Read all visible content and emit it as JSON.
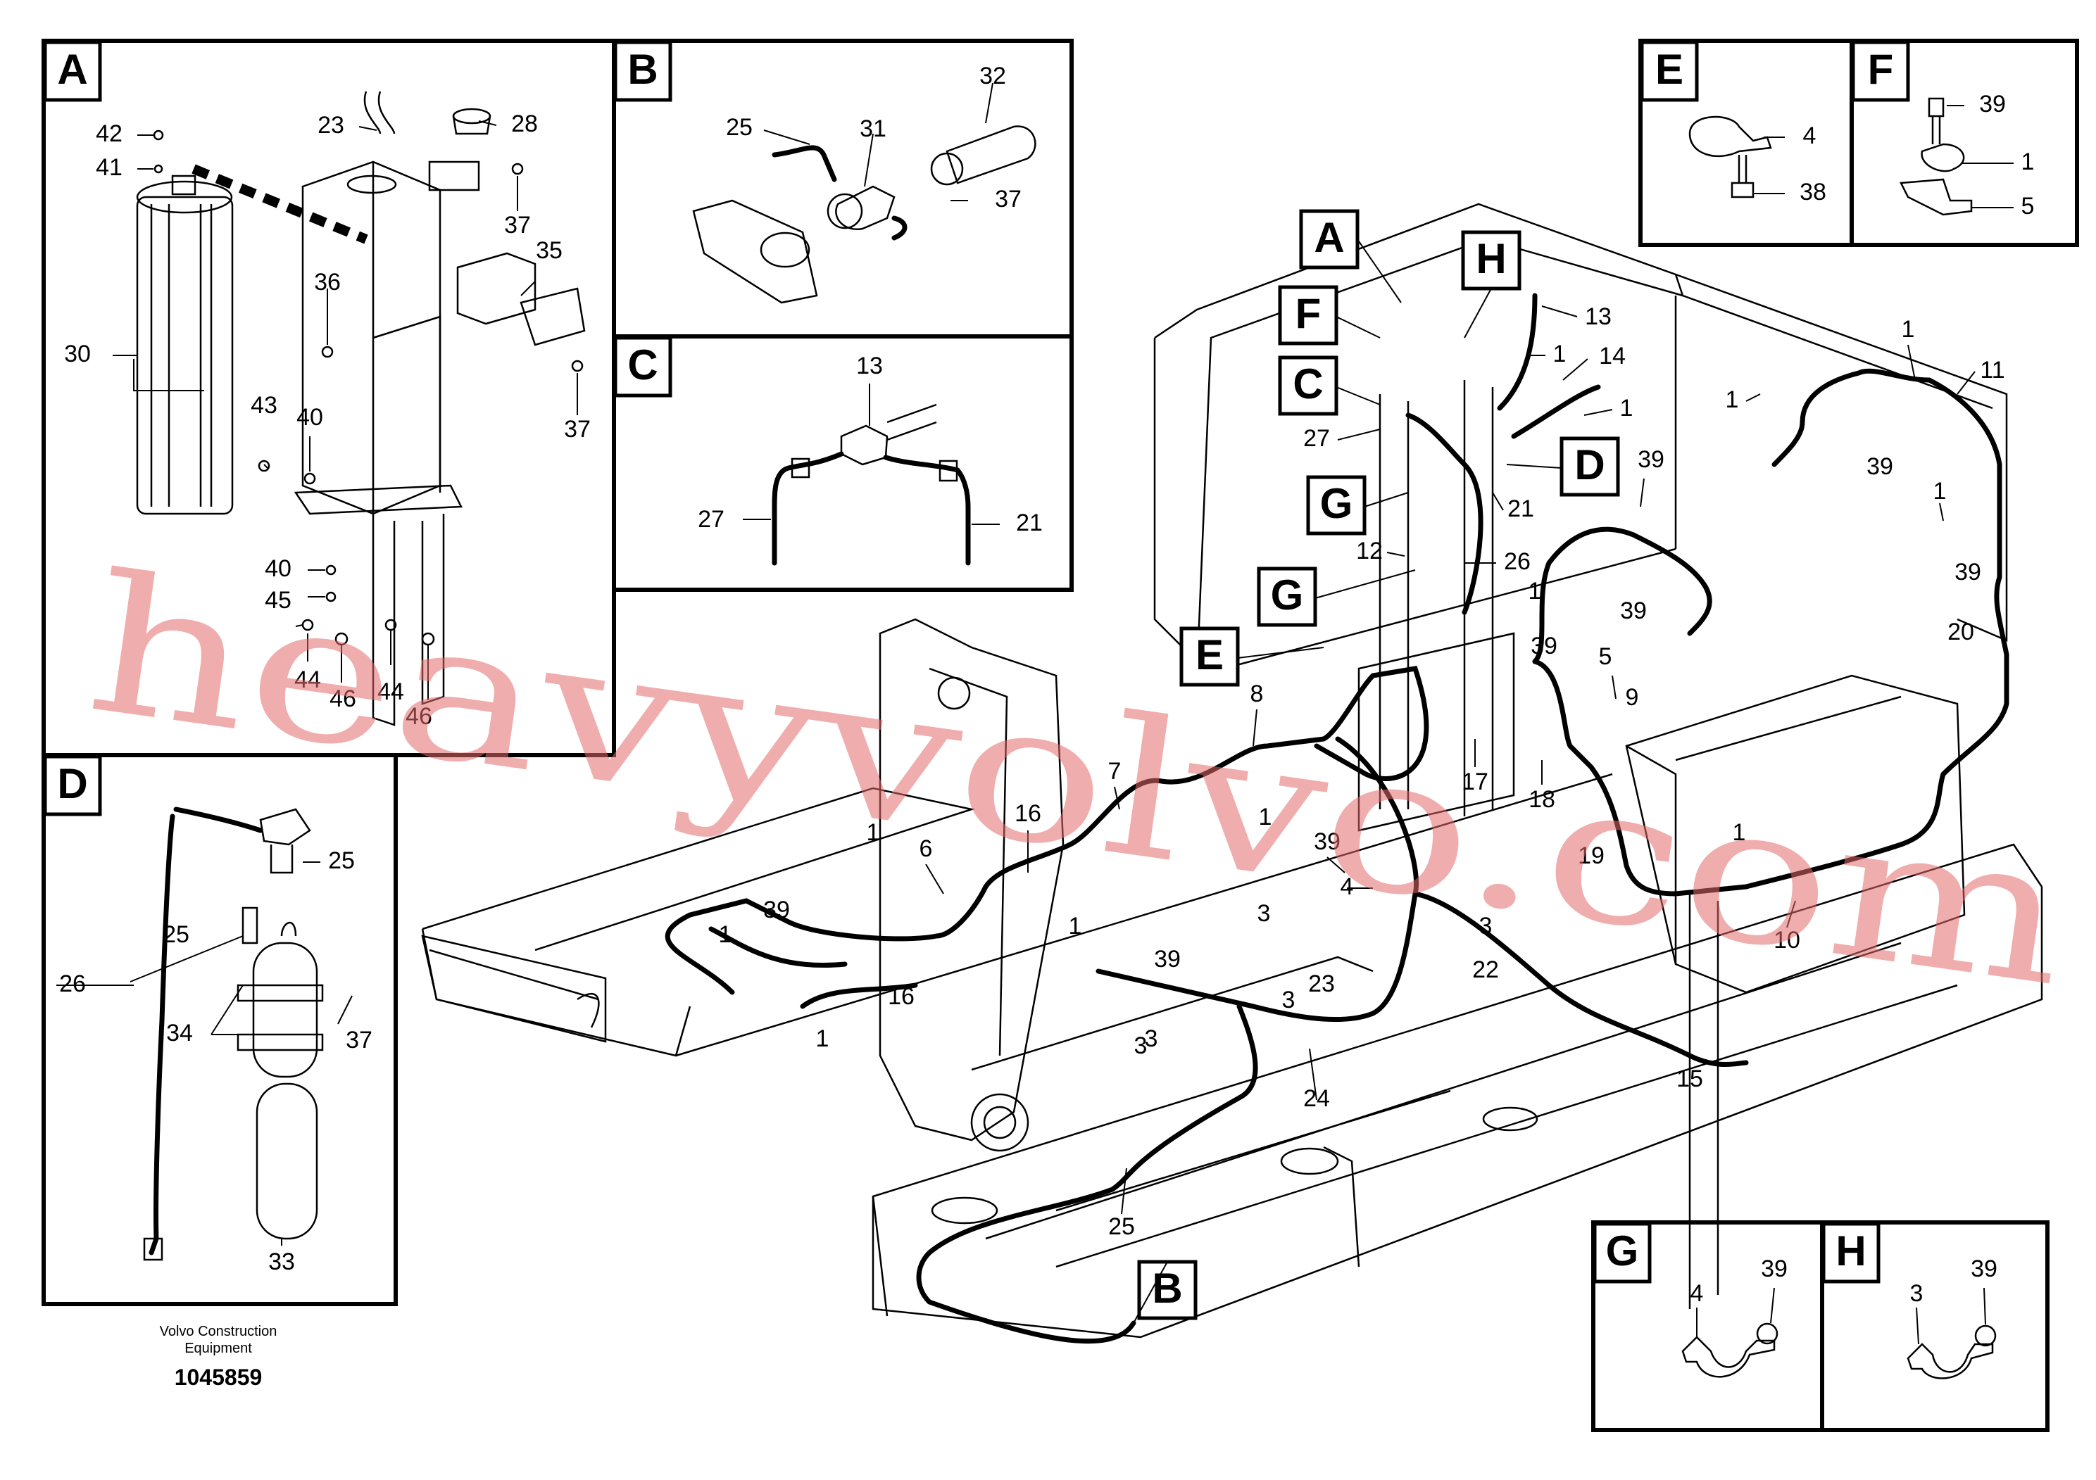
{
  "watermark": "heavyvolvo.com",
  "footer": {
    "company_line1": "Volvo Construction",
    "company_line2": "Equipment",
    "drawing_number": "1045859"
  },
  "detail_boxes": {
    "A": {
      "letter": "A",
      "labels": [
        "42",
        "41",
        "23",
        "28",
        "37",
        "35",
        "30",
        "36",
        "37",
        "43",
        "40",
        "40",
        "45",
        "44",
        "46",
        "44",
        "46"
      ]
    },
    "B": {
      "letter": "B",
      "labels": [
        "32",
        "25",
        "31",
        "37"
      ]
    },
    "C": {
      "letter": "C",
      "labels": [
        "13",
        "27",
        "21"
      ]
    },
    "D": {
      "letter": "D",
      "labels": [
        "25",
        "26",
        "25",
        "34",
        "37",
        "33"
      ]
    },
    "E": {
      "letter": "E",
      "labels": [
        "4",
        "38"
      ]
    },
    "F": {
      "letter": "F",
      "labels": [
        "39",
        "1",
        "5"
      ]
    },
    "G": {
      "letter": "G",
      "labels": [
        "4",
        "39"
      ]
    },
    "H": {
      "letter": "H",
      "labels": [
        "3",
        "39"
      ]
    }
  },
  "main_tags": [
    "A",
    "H",
    "F",
    "C",
    "D",
    "G",
    "G",
    "E",
    "B"
  ],
  "main_labels": [
    "13",
    "1",
    "14",
    "1",
    "27",
    "39",
    "21",
    "12",
    "26",
    "11",
    "1",
    "1",
    "39",
    "1",
    "39",
    "39",
    "5",
    "20",
    "9",
    "1",
    "39",
    "17",
    "18",
    "8",
    "1",
    "7",
    "16",
    "6",
    "1",
    "39",
    "1",
    "16",
    "1",
    "1",
    "39",
    "4",
    "3",
    "39",
    "3",
    "23",
    "22",
    "3",
    "24",
    "25",
    "19",
    "10",
    "1",
    "15",
    "3",
    "3"
  ]
}
